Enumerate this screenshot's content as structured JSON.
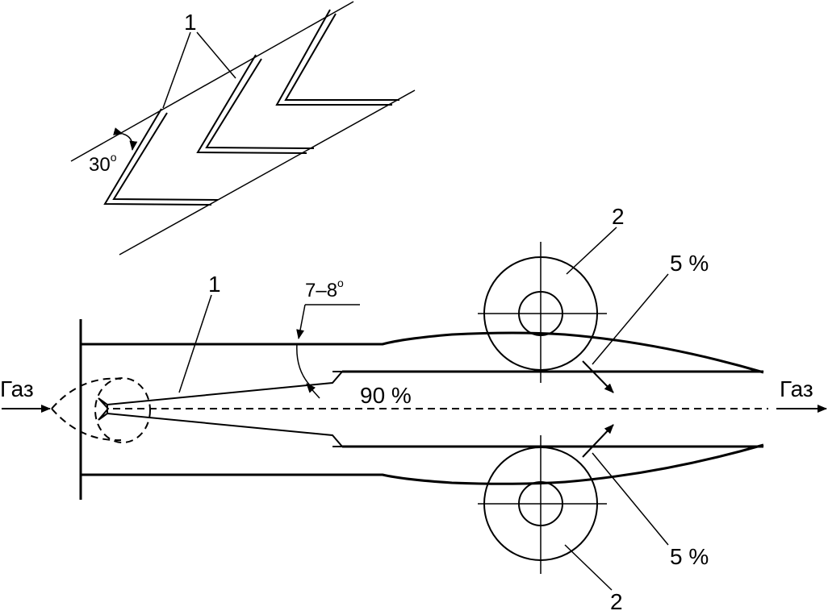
{
  "labels": {
    "gas_in": "Газ",
    "gas_out": "Газ",
    "pos1_top": "1",
    "pos1_main": "1",
    "pos2_top": "2",
    "pos2_bottom": "2",
    "flow_center": "90 %",
    "flow_upper": "5 %",
    "flow_lower": "5 %",
    "angle_groove": "30",
    "angle_groove_sup": "o",
    "angle_cone": "7–8",
    "angle_cone_sup": "o"
  }
}
